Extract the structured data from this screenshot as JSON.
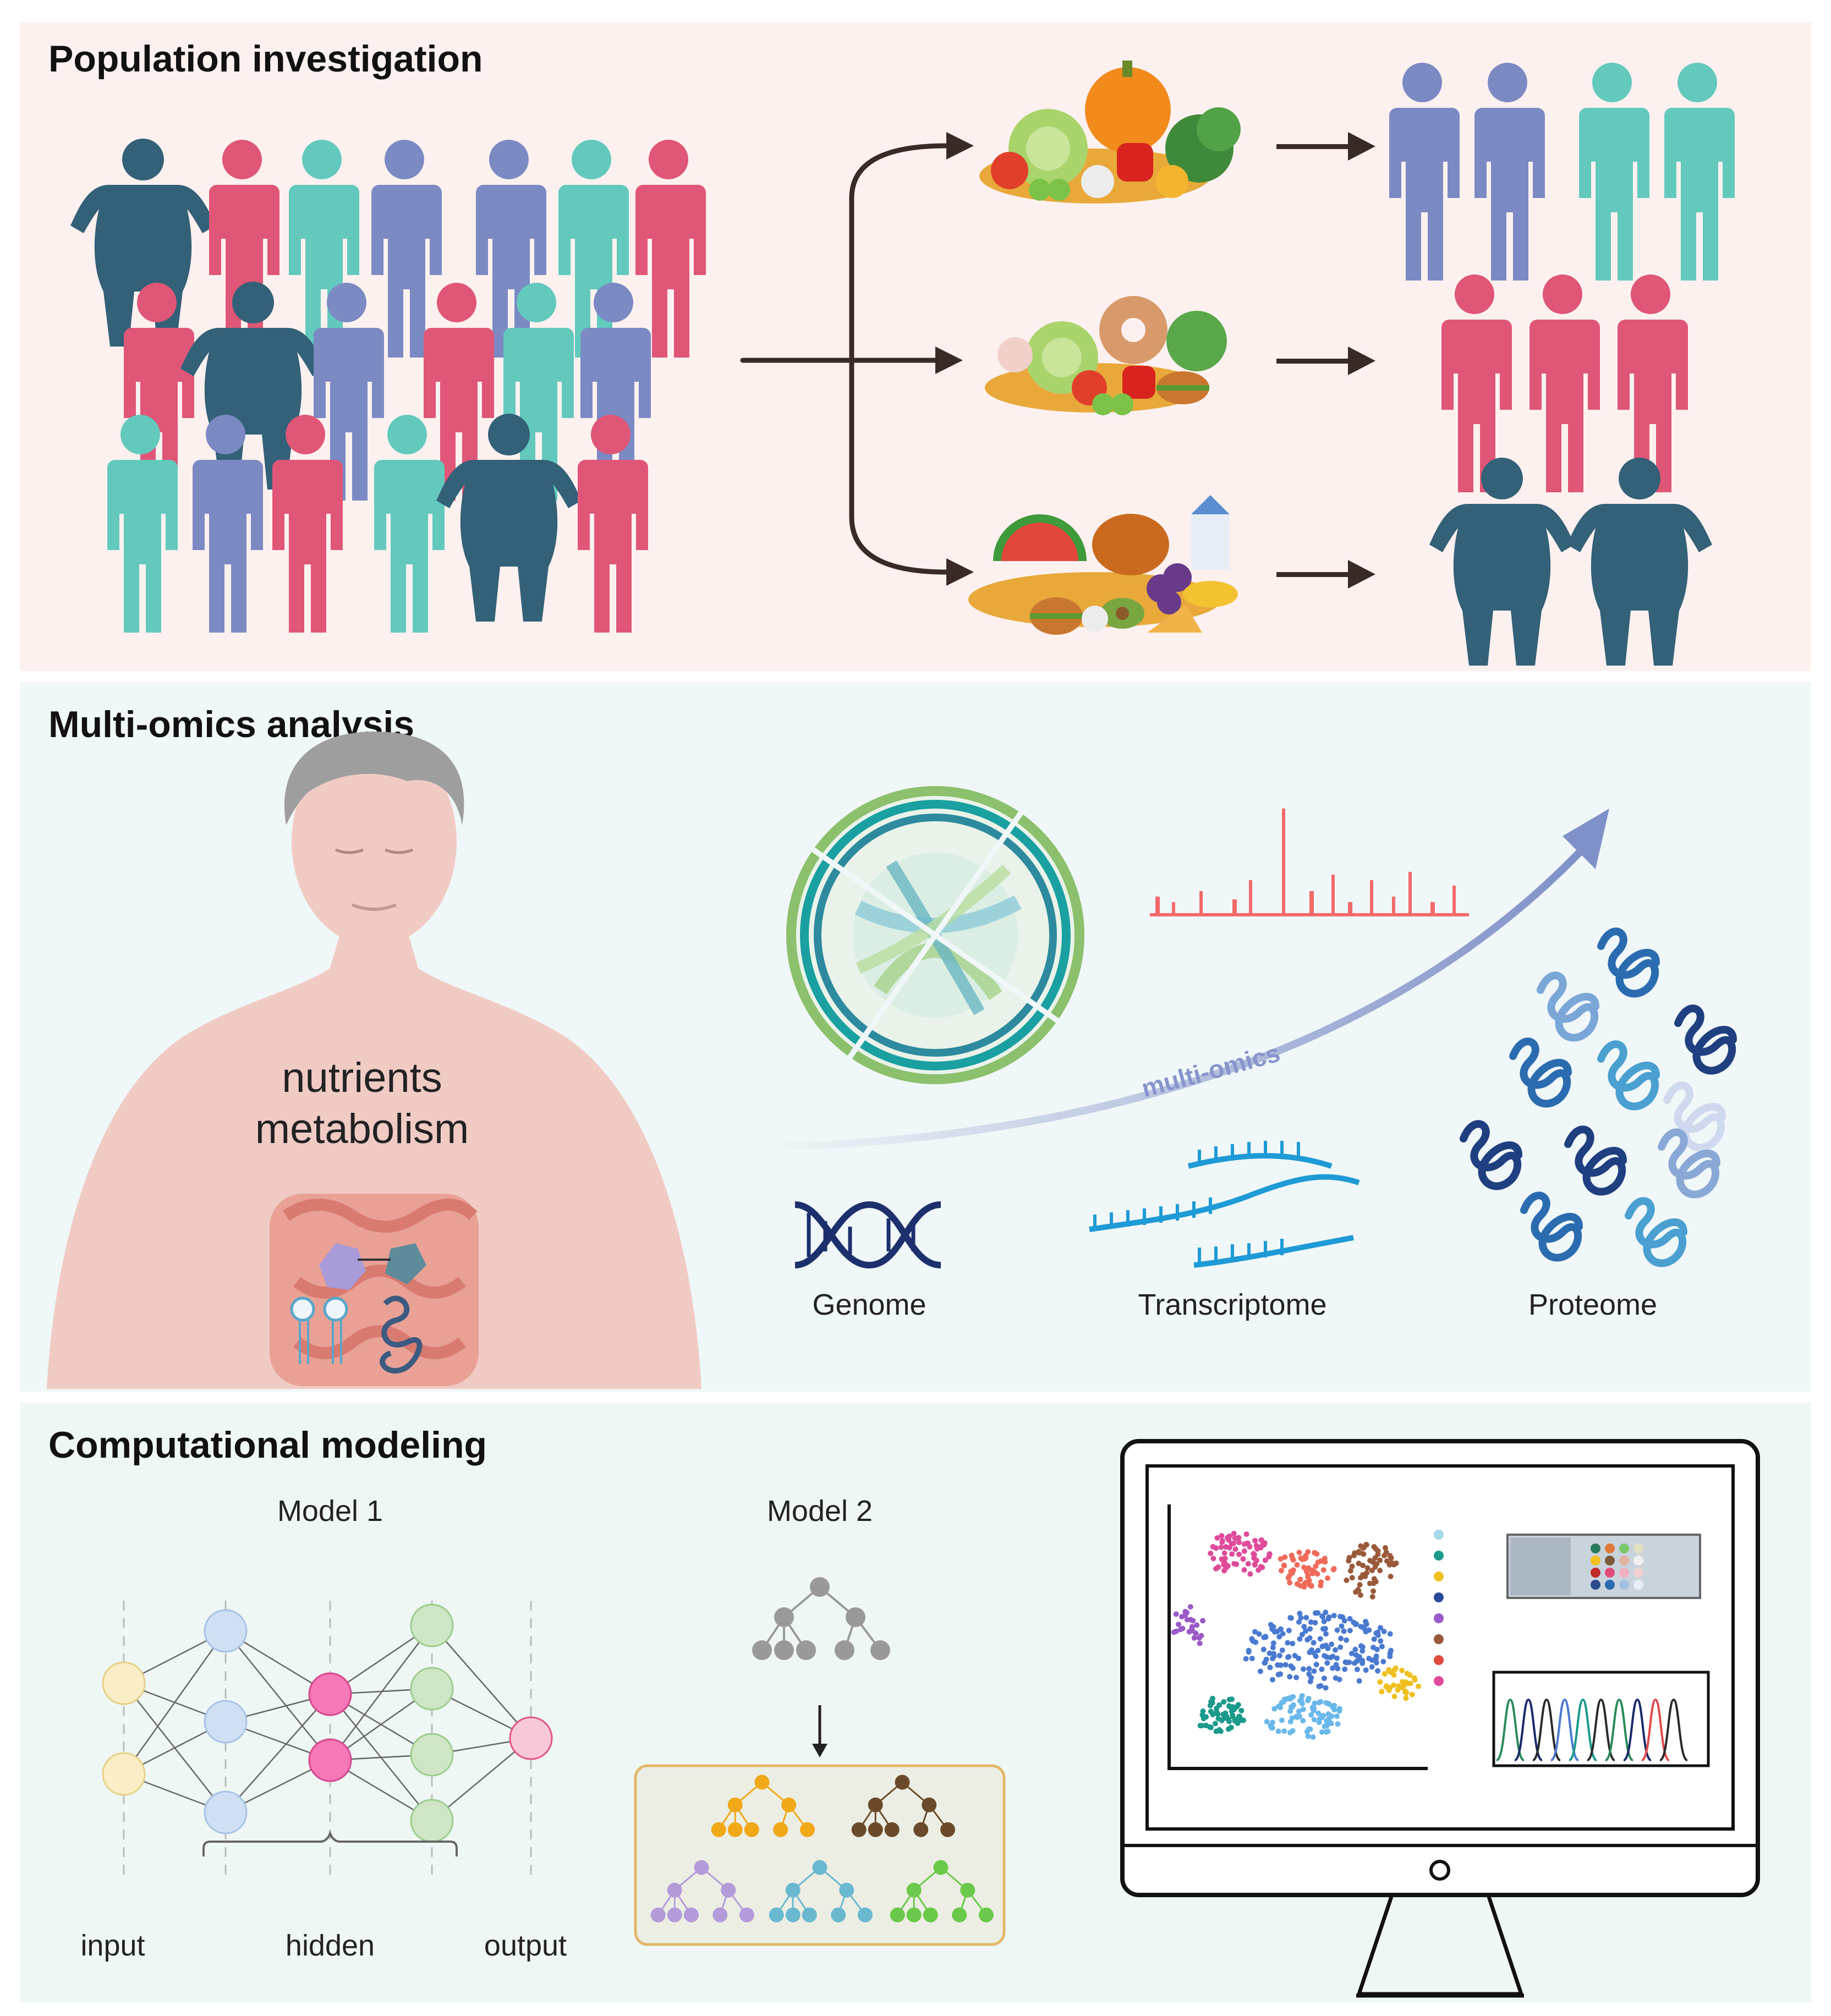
{
  "sections": {
    "population": {
      "title": "Population investigation"
    },
    "omics": {
      "title": "Multi-omics analysis",
      "body_text_1": "nutrients",
      "body_text_2": "metabolism",
      "arrow_label": "multi-omics",
      "genome_label": "Genome",
      "transcriptome_label": "Transcriptome",
      "proteome_label": "Proteome"
    },
    "modeling": {
      "title": "Computational modeling",
      "model1_label": "Model 1",
      "model2_label": "Model 2",
      "input_label": "input",
      "hidden_label": "hidden",
      "output_label": "output"
    }
  },
  "colors": {
    "pink_panel": "#fdf1f0",
    "blue_panel": "#f0f7f8",
    "green_panel": "#eef7f4",
    "person_pink": "#e05676",
    "person_blue": "#7b8ac3",
    "person_teal": "#63c9bd",
    "person_dark": "#336178",
    "arrow": "#3a2a26",
    "omics_arrow": "#8090c8"
  },
  "icons": [
    "person-icon",
    "food-icon",
    "dna-icon",
    "rna-icon",
    "protein-icon",
    "circos-plot-icon",
    "neural-network-icon",
    "decision-tree-icon",
    "monitor-icon"
  ]
}
